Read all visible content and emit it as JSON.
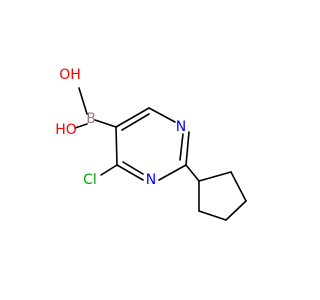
{
  "molecule": {
    "atoms": {
      "ho_top": {
        "text": "OH",
        "color": "#ff0000"
      },
      "ho_bottom": {
        "text": "HO",
        "color": "#ff0000"
      },
      "boron": {
        "text": "B",
        "color": "#a07878"
      },
      "n_top": {
        "text": "N",
        "color": "#0000ff"
      },
      "n_bottom": {
        "text": "N",
        "color": "#0000ff"
      },
      "chlorine": {
        "text": "Cl",
        "color": "#00aa00"
      }
    },
    "bond_color": "#000000"
  }
}
